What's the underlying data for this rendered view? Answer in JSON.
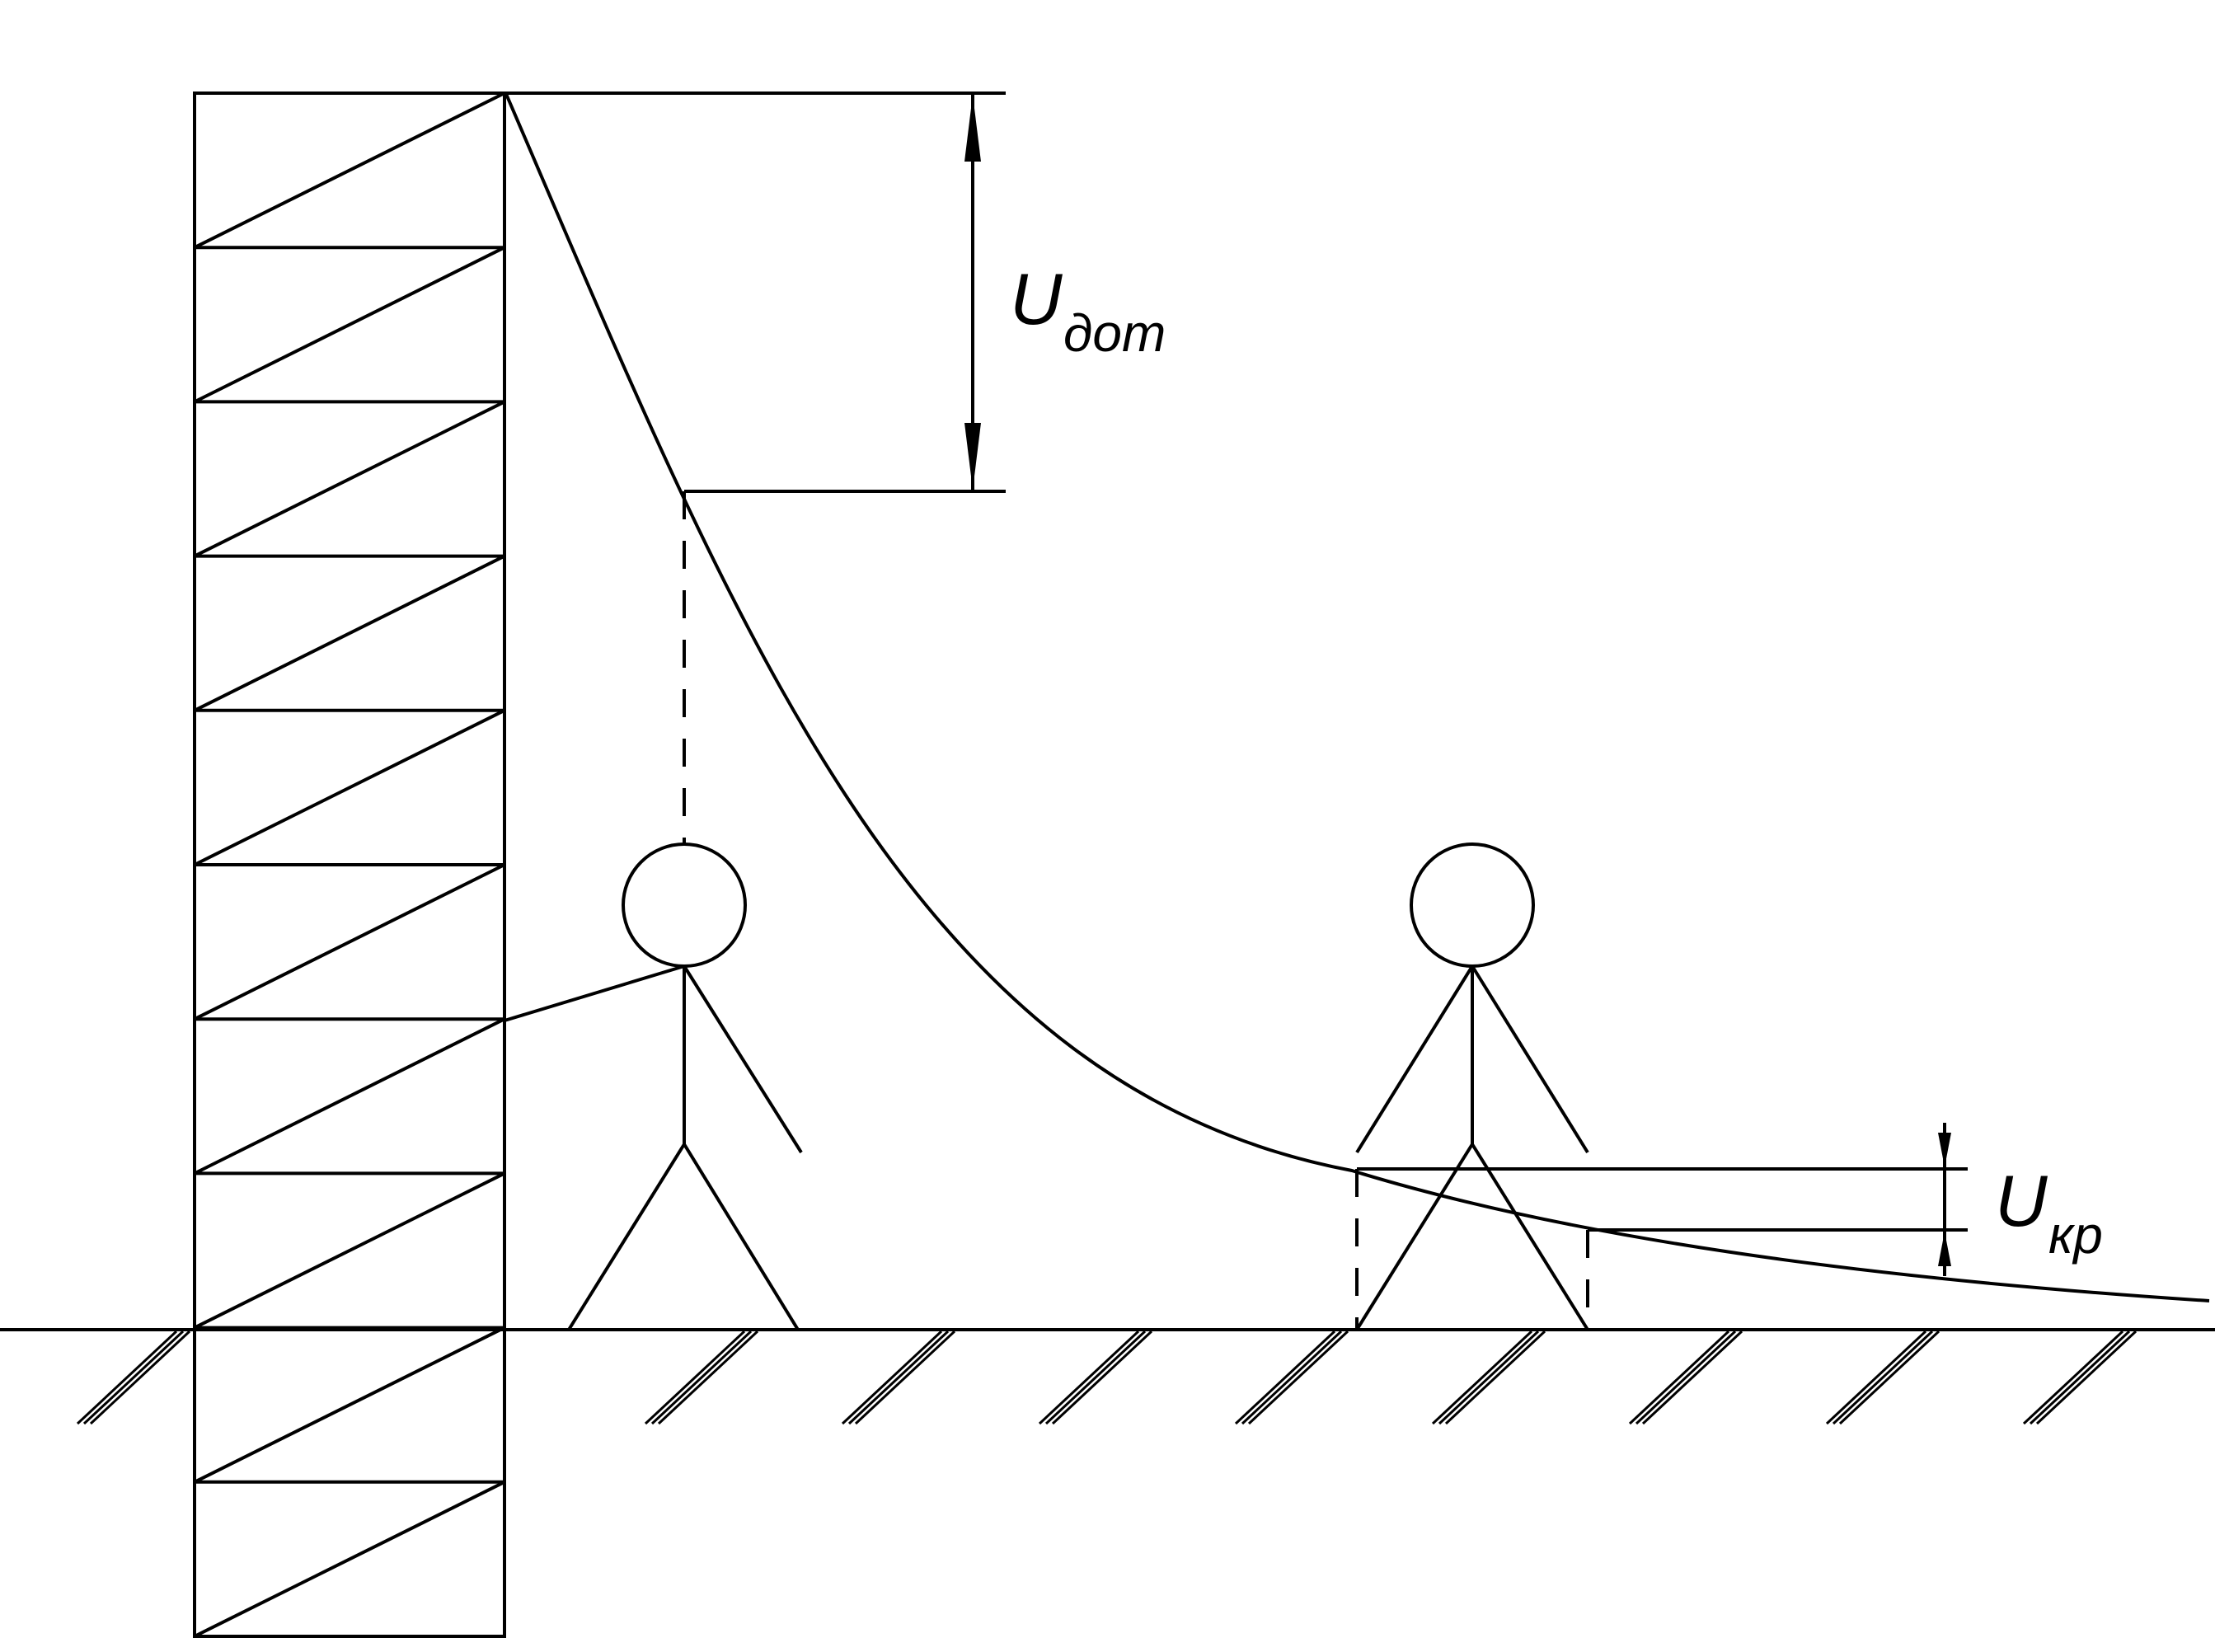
{
  "labels": {
    "touch_voltage": {
      "main": "U",
      "sub": "дот"
    },
    "step_voltage": {
      "main": "U",
      "sub": "кр"
    }
  },
  "colors": {
    "stroke": "#000000",
    "background": "#ffffff"
  }
}
